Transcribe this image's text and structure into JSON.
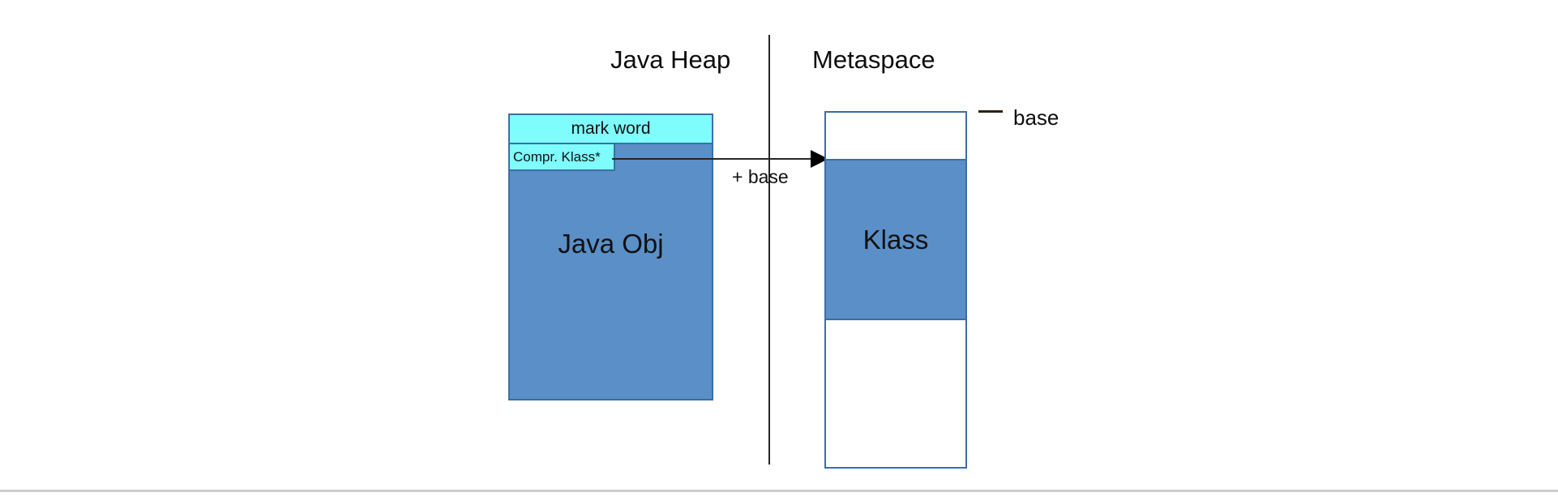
{
  "diagram": {
    "regions": {
      "left_title": "Java Heap",
      "right_title": "Metaspace"
    },
    "java_object": {
      "mark_word_label": "mark word",
      "compressed_klass_pointer_label": "Compr. Klass*",
      "body_label": "Java Obj"
    },
    "metaspace": {
      "klass_label": "Klass",
      "base_label": "base"
    },
    "arrow": {
      "operation_label": "+ base"
    },
    "colors": {
      "object_fill": "#5b8fc7",
      "box_border": "#3b6ea5",
      "header_fill": "#7ffdfd",
      "arrow": "#000000",
      "divider": "#262626",
      "text": "#0d0d0d",
      "page_rule": "#cccccc"
    }
  }
}
